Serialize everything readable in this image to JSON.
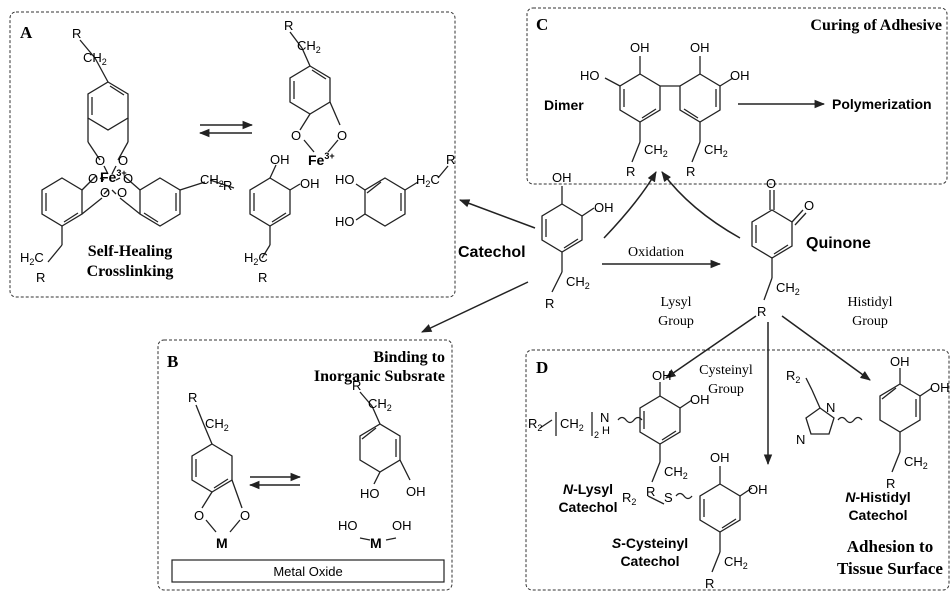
{
  "panels": {
    "A": {
      "letter": "A",
      "title": "Self-Healing Crosslinking"
    },
    "B": {
      "letter": "B",
      "title": "Binding to Inorganic Subsrate",
      "substrate": "Metal Oxide"
    },
    "C": {
      "letter": "C",
      "title": "Curing of Adhesive",
      "dimer": "Dimer",
      "polymerization": "Polymerization"
    },
    "D": {
      "letter": "D",
      "title": "Adhesion to Tissue Surface",
      "products": [
        "N-Lysyl Catechol",
        "S-Cysteinyl Catechol",
        "N-Histidyl Catechol"
      ]
    }
  },
  "center": {
    "catechol": "Catechol",
    "quinone": "Quinone",
    "oxidation": "Oxidation",
    "lysyl": "Lysyl Group",
    "cysteinyl": "Cysteinyl Group",
    "histidyl": "Histidyl Group"
  },
  "atoms": {
    "OH": "OH",
    "HO": "HO",
    "O": "O",
    "R": "R",
    "M": "M",
    "N": "N",
    "S": "S",
    "H": "H",
    "fe": "Fe",
    "fe_charge": "3+",
    "ch2": "CH",
    "sub2": "2",
    "h2c": "H",
    "h2c_c": "C"
  }
}
